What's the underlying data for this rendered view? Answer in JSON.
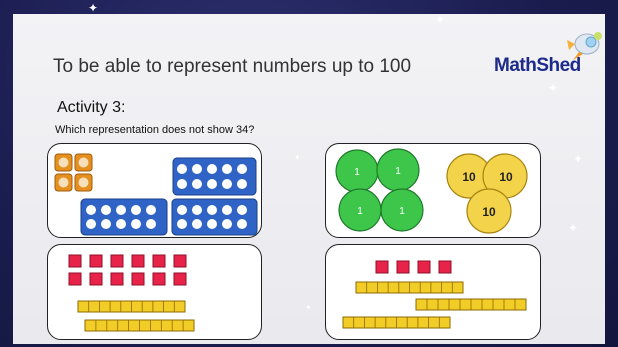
{
  "slide": {
    "title": "To be able to represent numbers up to 100",
    "brand": "MathShed",
    "activity_heading": "Activity 3:",
    "question": "Which representation does not show 34?"
  },
  "panels": {
    "top_left": {
      "icon": "counter-blocks-icon"
    },
    "top_right": {
      "coins_one": [
        "1",
        "1",
        "1",
        "1"
      ],
      "coins_ten": [
        "10",
        "10",
        "10"
      ],
      "one_color": "#3ec64b",
      "ten_color": "#f2d34a"
    },
    "bottom_left": {
      "icon": "base-ten-blocks-icon"
    },
    "bottom_right": {
      "icon": "base-ten-blocks-icon"
    }
  },
  "colors": {
    "background": "#1a1e52",
    "slide": "#eeeef2",
    "ten_frame": "#2f63c6",
    "single_counter": "#e58f1f",
    "unit_cube": "#e8234a",
    "ten_rod": "#f2cc27"
  }
}
